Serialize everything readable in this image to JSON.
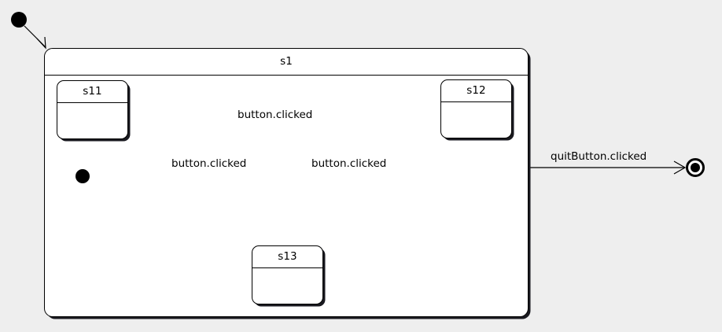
{
  "diagram": {
    "type": "uml-state-machine",
    "background_color": "#eeeeee",
    "line_color": "#000000",
    "fill_color": "#ffffff",
    "states": [
      {
        "id": "s1",
        "label": "s1",
        "kind": "composite"
      },
      {
        "id": "s11",
        "label": "s11",
        "kind": "simple"
      },
      {
        "id": "s12",
        "label": "s12",
        "kind": "simple"
      },
      {
        "id": "s13",
        "label": "s13",
        "kind": "simple"
      }
    ],
    "pseudostates": [
      {
        "id": "initial-top",
        "kind": "initial"
      },
      {
        "id": "initial-inner",
        "kind": "initial"
      },
      {
        "id": "final",
        "kind": "final"
      }
    ],
    "transitions": [
      {
        "from": "initial-top",
        "to": "s1",
        "label": ""
      },
      {
        "from": "initial-inner",
        "to": "s11",
        "label": ""
      },
      {
        "from": "s11",
        "to": "s12",
        "label": "button.clicked"
      },
      {
        "from": "s12",
        "to": "s13",
        "label": "button.clicked"
      },
      {
        "from": "s13",
        "to": "s11",
        "label": "button.clicked"
      },
      {
        "from": "s1",
        "to": "final",
        "label": "quitButton.clicked"
      }
    ]
  }
}
